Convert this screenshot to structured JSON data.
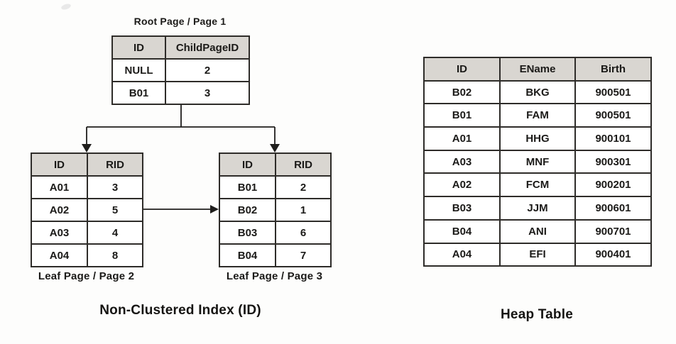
{
  "diagram": {
    "root_page": {
      "title": "Root Page / Page 1",
      "columns": [
        "ID",
        "ChildPageID"
      ],
      "rows": [
        [
          "NULL",
          "2"
        ],
        [
          "B01",
          "3"
        ]
      ]
    },
    "leaf_page_2": {
      "label": "Leaf Page / Page 2",
      "columns": [
        "ID",
        "RID"
      ],
      "rows": [
        [
          "A01",
          "3"
        ],
        [
          "A02",
          "5"
        ],
        [
          "A03",
          "4"
        ],
        [
          "A04",
          "8"
        ]
      ]
    },
    "leaf_page_3": {
      "label": "Leaf Page / Page 3",
      "columns": [
        "ID",
        "RID"
      ],
      "rows": [
        [
          "B01",
          "2"
        ],
        [
          "B02",
          "1"
        ],
        [
          "B03",
          "6"
        ],
        [
          "B04",
          "7"
        ]
      ]
    },
    "heap_table": {
      "columns": [
        "ID",
        "EName",
        "Birth"
      ],
      "rows": [
        [
          "B02",
          "BKG",
          "900501"
        ],
        [
          "B01",
          "FAM",
          "900501"
        ],
        [
          "A01",
          "HHG",
          "900101"
        ],
        [
          "A03",
          "MNF",
          "900301"
        ],
        [
          "A02",
          "FCM",
          "900201"
        ],
        [
          "B03",
          "JJM",
          "900601"
        ],
        [
          "B04",
          "ANI",
          "900701"
        ],
        [
          "A04",
          "EFI",
          "900401"
        ]
      ]
    },
    "captions": {
      "left": "Non-Clustered Index (ID)",
      "right": "Heap Table"
    },
    "colors": {
      "header_bg": "#d9d6d1",
      "line": "#1f1e1c",
      "background": "#fdfdfc"
    }
  }
}
